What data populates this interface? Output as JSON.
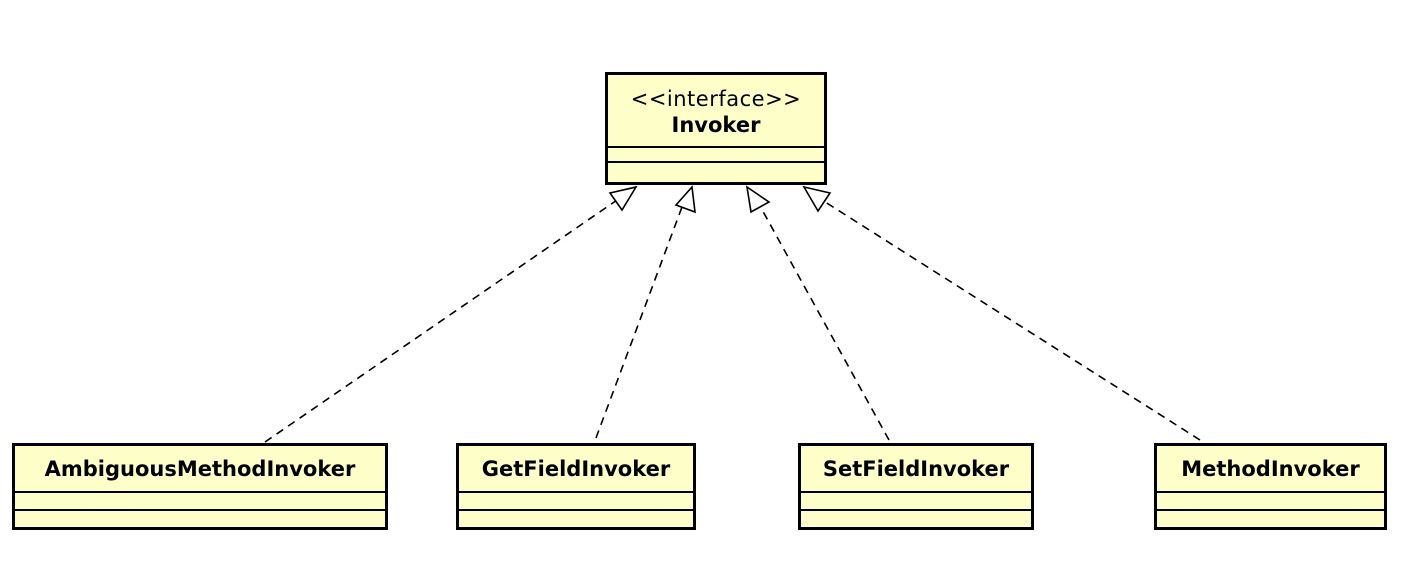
{
  "interface": {
    "stereotype": "<<interface>>",
    "name": "Invoker"
  },
  "classes": [
    {
      "name": "AmbiguousMethodInvoker"
    },
    {
      "name": "GetFieldInvoker"
    },
    {
      "name": "SetFieldInvoker"
    },
    {
      "name": "MethodInvoker"
    }
  ],
  "relations": [
    {
      "from": "AmbiguousMethodInvoker",
      "to": "Invoker",
      "type": "realization"
    },
    {
      "from": "GetFieldInvoker",
      "to": "Invoker",
      "type": "realization"
    },
    {
      "from": "SetFieldInvoker",
      "to": "Invoker",
      "type": "realization"
    },
    {
      "from": "MethodInvoker",
      "to": "Invoker",
      "type": "realization"
    }
  ],
  "colors": {
    "class_fill": "#fefec8",
    "stroke": "#000000"
  }
}
